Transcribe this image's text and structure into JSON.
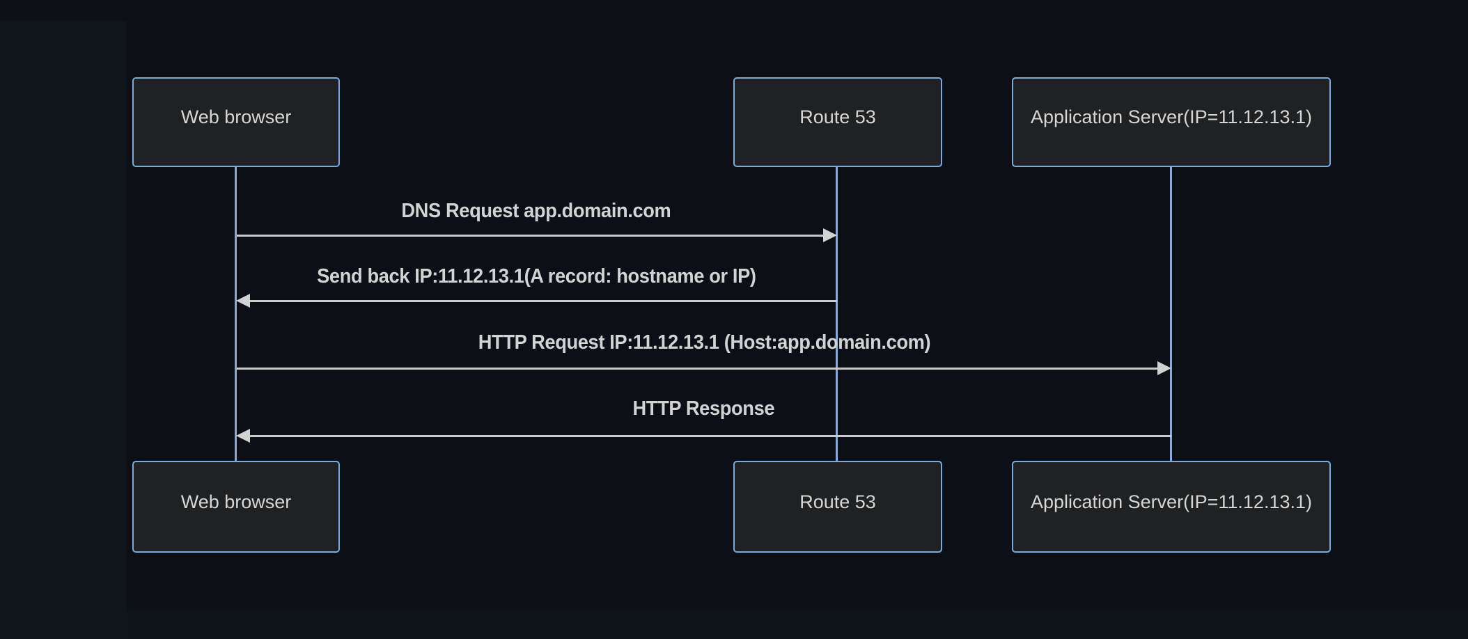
{
  "diagram": {
    "type": "sequence-diagram",
    "actors": [
      {
        "id": "browser",
        "label": "Web browser"
      },
      {
        "id": "route53",
        "label": "Route 53"
      },
      {
        "id": "appserver",
        "label": "Application Server(IP=11.12.13.1)"
      }
    ],
    "messages": [
      {
        "from": "browser",
        "to": "route53",
        "direction": "right",
        "label": "DNS Request app.domain.com"
      },
      {
        "from": "route53",
        "to": "browser",
        "direction": "left",
        "label": "Send back IP:11.12.13.1(A record: hostname or IP)"
      },
      {
        "from": "browser",
        "to": "appserver",
        "direction": "right",
        "label": "HTTP Request IP:11.12.13.1 (Host:app.domain.com)"
      },
      {
        "from": "appserver",
        "to": "browser",
        "direction": "left",
        "label": "HTTP Response"
      }
    ],
    "colors": {
      "background": "#0c0f15",
      "actor_fill": "#202122",
      "actor_border": "#7fa9d9",
      "lifeline": "#8ba8da",
      "signal_line": "#cbcbcb",
      "signal_text": "#d3d3d3",
      "actor_text": "#d6d6d6"
    }
  }
}
